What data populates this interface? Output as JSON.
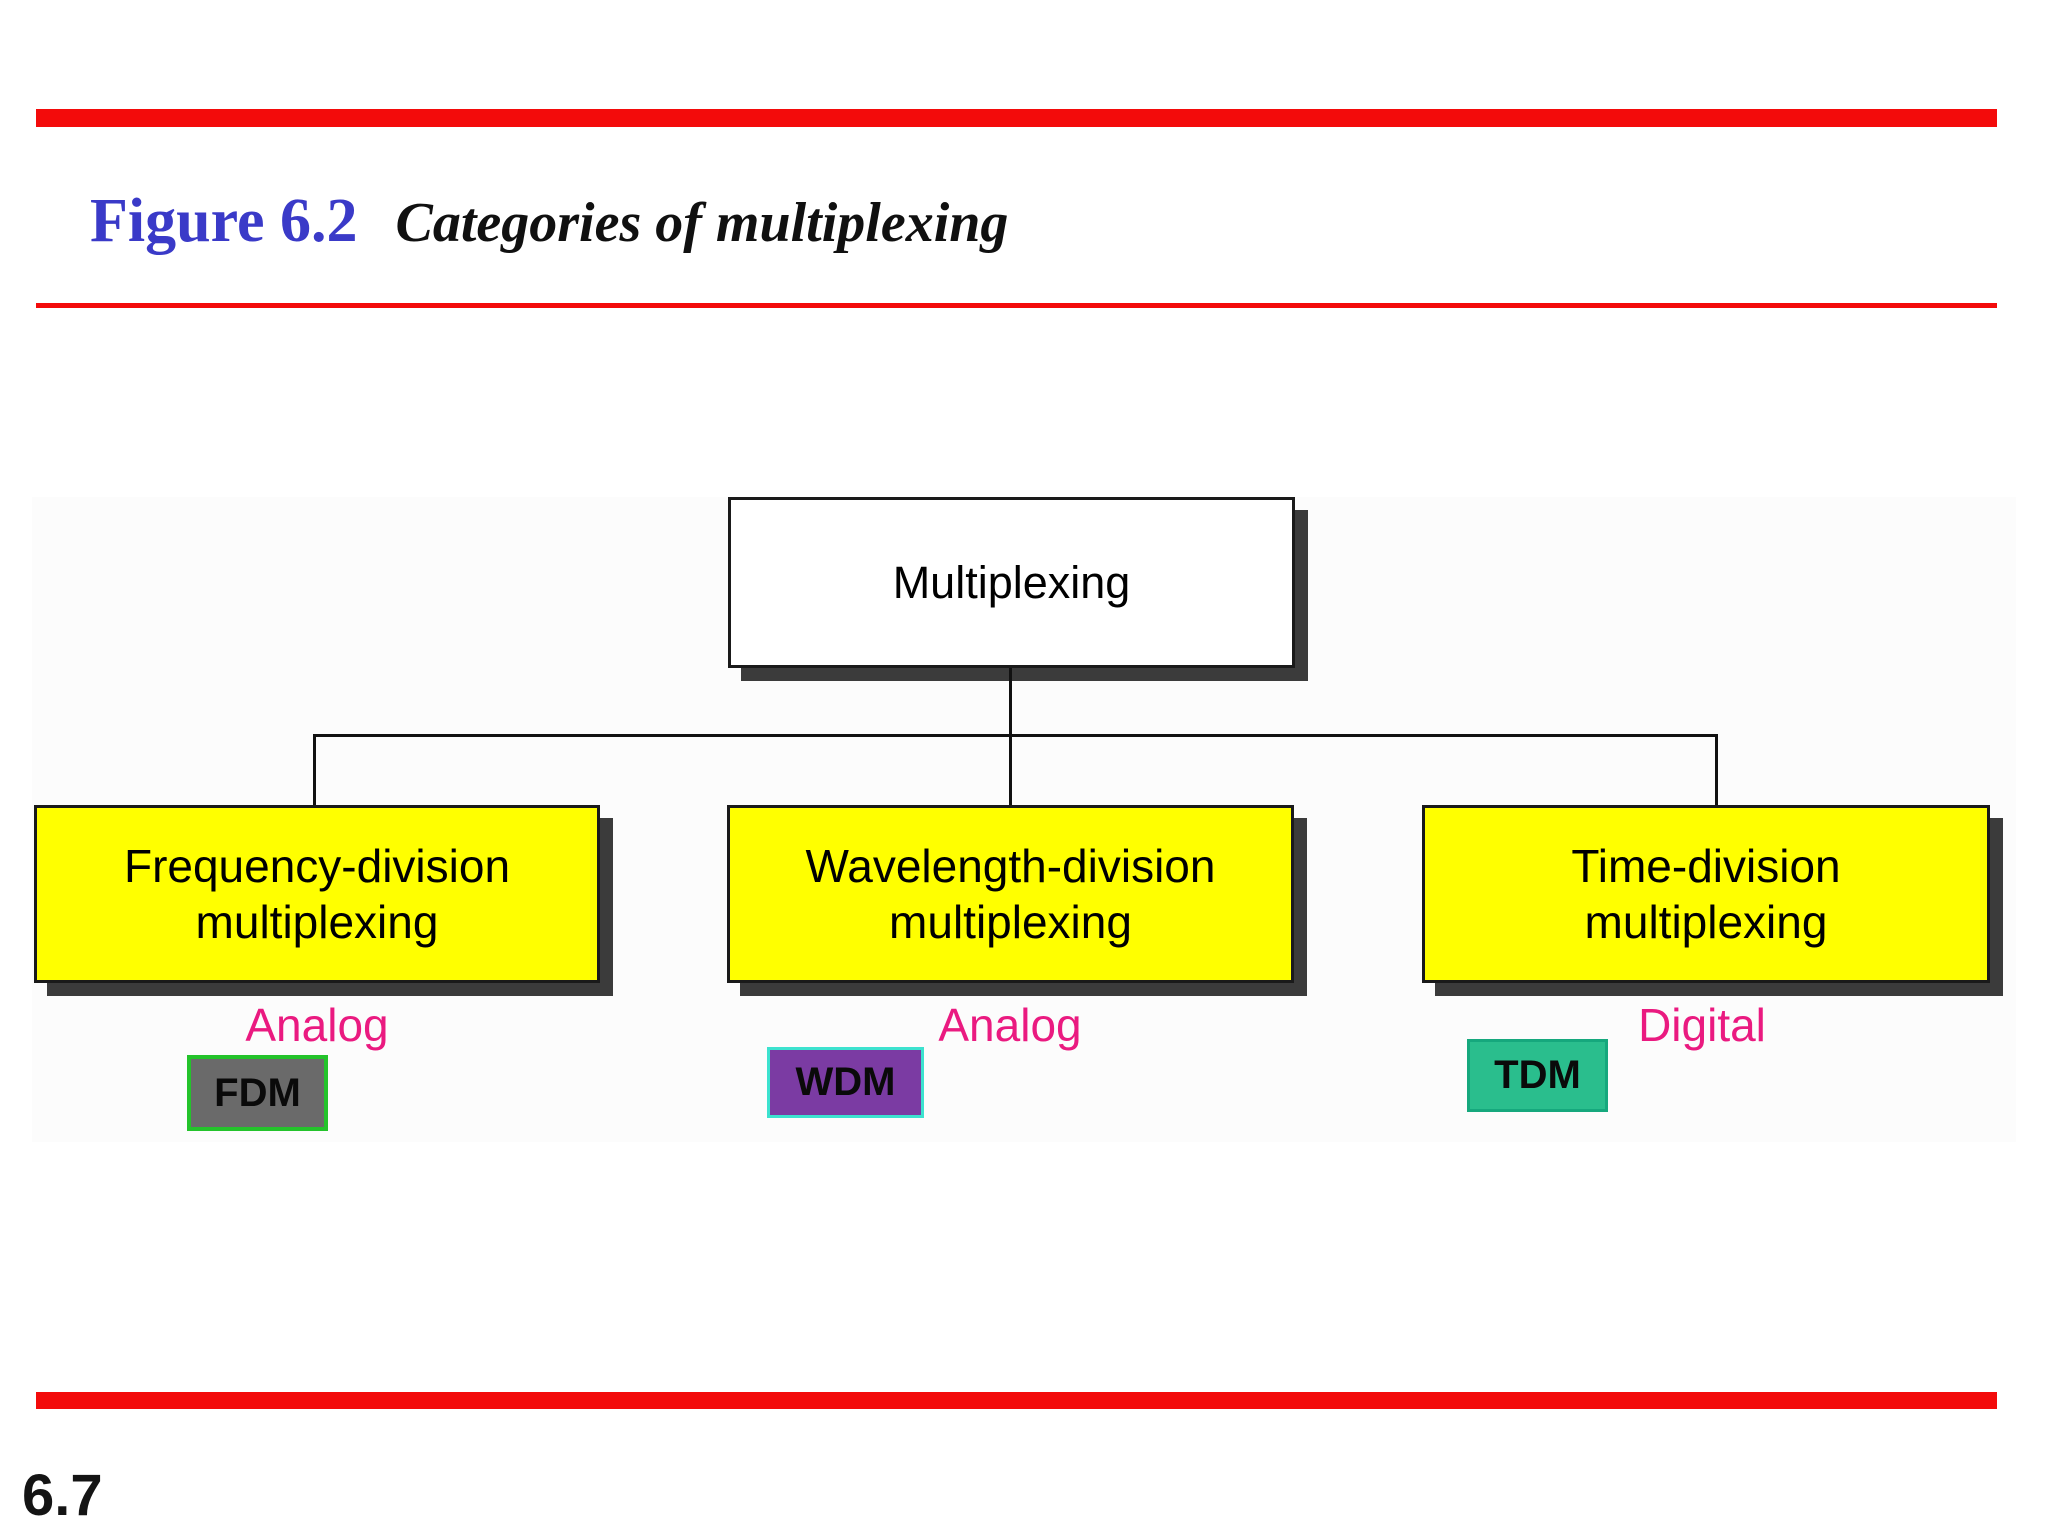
{
  "slide": {
    "figure_label": "Figure 6.2",
    "figure_title": "Categories of multiplexing",
    "page_number": "6.7"
  },
  "diagram": {
    "root_label": "Multiplexing",
    "branches": [
      {
        "line1": "Frequency-division",
        "line2": "multiplexing",
        "category": "Analog",
        "abbr": "FDM"
      },
      {
        "line1": "Wavelength-division",
        "line2": "multiplexing",
        "category": "Analog",
        "abbr": "WDM"
      },
      {
        "line1": "Time-division",
        "line2": "multiplexing",
        "category": "Digital",
        "abbr": "TDM"
      }
    ]
  },
  "colors": {
    "accent_red": "#F30B0B",
    "title_blue": "#3A3AC8",
    "node_yellow": "#FFFF00",
    "category_pink": "#EA1A80",
    "shadow_gray": "#3B3B3B",
    "fdm_fill": "#6A6A6A",
    "fdm_border": "#24C32B",
    "wdm_fill": "#7B3BA3",
    "wdm_border": "#3CE2CF",
    "tdm_fill": "#2ABE8D",
    "tdm_border": "#16A87D"
  }
}
